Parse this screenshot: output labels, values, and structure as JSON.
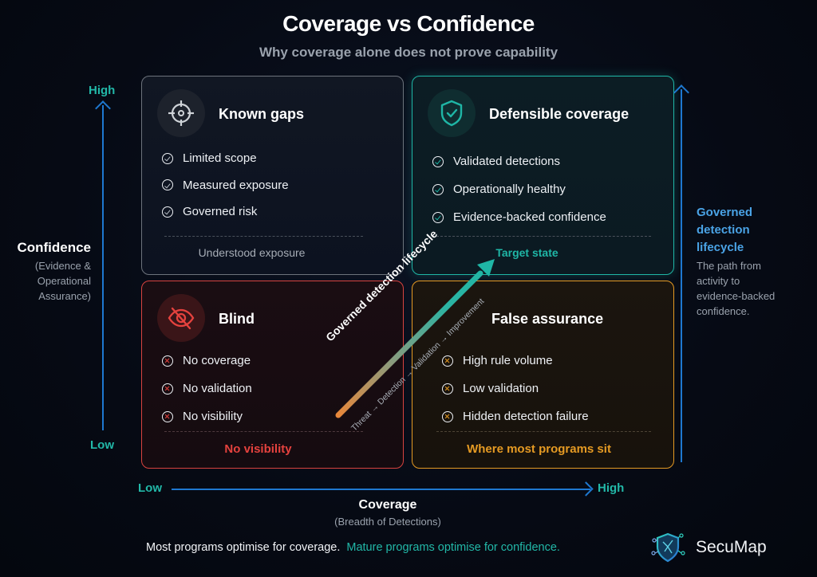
{
  "header": {
    "title": "Coverage vs Confidence",
    "subtitle": "Why coverage alone does not prove capability"
  },
  "y_axis": {
    "high": "High",
    "low": "Low",
    "label": "Confidence",
    "sublabel_lines": [
      "(Evidence &",
      "Operational",
      "Assurance)"
    ]
  },
  "x_axis": {
    "low": "Low",
    "high": "High",
    "label": "Coverage",
    "sublabel": "(Breadth of Detections)"
  },
  "quadrants": {
    "known_gaps": {
      "icon": "target-crosshair-icon",
      "title": "Known gaps",
      "items": [
        "Limited scope",
        "Measured exposure",
        "Governed risk"
      ],
      "item_icon": "check-circle-icon",
      "footer": "Understood exposure",
      "color": "#b8bec6"
    },
    "defensible_coverage": {
      "icon": "shield-check-icon",
      "title": "Defensible coverage",
      "items": [
        "Validated detections",
        "Operationally healthy",
        "Evidence-backed confidence"
      ],
      "item_icon": "check-circle-icon",
      "footer": "Target state",
      "color": "#1fb6a6"
    },
    "blind": {
      "icon": "eye-off-icon",
      "title": "Blind",
      "items": [
        "No coverage",
        "No validation",
        "No visibility"
      ],
      "item_icon": "x-circle-icon",
      "footer": "No visibility",
      "color": "#e5423e"
    },
    "false_assurance": {
      "title": "False assurance",
      "items": [
        "High rule volume",
        "Low validation",
        "Hidden detection failure"
      ],
      "item_icon": "x-circle-icon",
      "footer": "Where most programs sit",
      "color": "#e59a23"
    }
  },
  "lifecycle_arrow": {
    "title": "Governed detection lifecycle",
    "steps": "Threat → Detection → Validation → Improvement",
    "gradient": [
      "#e8873a",
      "#1fb6a6"
    ]
  },
  "side_note": {
    "title_lines": [
      "Governed",
      "detection",
      "lifecycle"
    ],
    "body_lines": [
      "The path from",
      "activity to",
      "evidence-backed",
      "confidence."
    ]
  },
  "tagline": {
    "part1": "Most programs optimise for coverage.",
    "part2": "Mature programs optimise for confidence."
  },
  "brand": {
    "name": "SecuMap",
    "logo": "shield-circuit-logo-icon"
  },
  "colors": {
    "background": "#060b16",
    "axis": "#1e78d0",
    "accent_teal": "#22b8a8",
    "red": "#e5423e",
    "amber": "#e59a23"
  }
}
